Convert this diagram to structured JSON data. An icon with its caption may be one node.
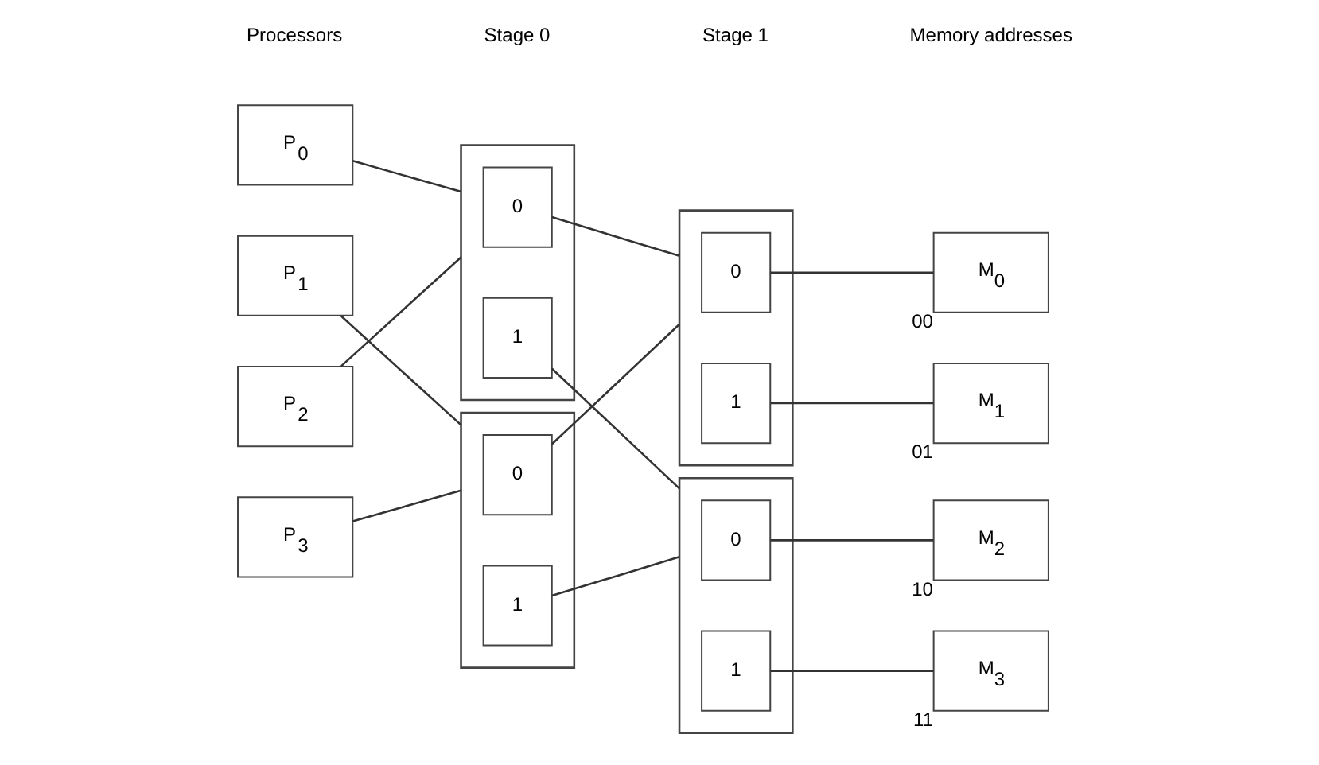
{
  "diagram": {
    "nodes": [
      {
        "text": [
          "P$_{0}$"
        ]
      },
      {
        "text": [
          "P$_{1}$"
        ]
      },
      {
        "text": [
          "P$_{2}$"
        ]
      },
      {
        "text": [
          "P$_{3}$"
        ]
      },
      {
        "text": [],
        "shape": "box"
      },
      {
        "text": [
          "0"
        ],
        "in": 4
      },
      {
        "text": [
          "1"
        ],
        "in": 4
      },
      {
        "text": [],
        "shape": "box"
      },
      {
        "text": [
          "0"
        ],
        "in": 7
      },
      {
        "text": [
          "1"
        ],
        "in": 7
      },
      {
        "text": [],
        "shape": "box"
      },
      {
        "text": [
          "0"
        ],
        "in": 10
      },
      {
        "text": [
          "1"
        ],
        "in": 10
      },
      {
        "text": [],
        "shape": "box"
      },
      {
        "text": [
          "0"
        ],
        "in": 13
      },
      {
        "text": [
          "1"
        ],
        "in": 13
      },
      {
        "text": [
          "M$_{0}$"
        ],
        "beside": [
          "00"
        ]
      },
      {
        "text": [
          "M$_{1}$"
        ],
        "beside": [
          "01"
        ]
      },
      {
        "text": [
          "M$_{2}$"
        ],
        "beside": [
          "10"
        ]
      },
      {
        "text": [
          "M$_{3}$"
        ],
        "beside": [
          "11"
        ]
      }
    ],
    "edges": [
      {
        "from": 0,
        "to": 4,
        "arrow": "none"
      },
      {
        "from": 1,
        "to": 7,
        "arrow": "none"
      },
      {
        "from": 2,
        "to": 4,
        "arrow": "none"
      },
      {
        "from": 3,
        "to": 7,
        "arrow": "none"
      },
      {
        "from": 5,
        "to": 10,
        "arrow": "none"
      },
      {
        "from": 6,
        "to": 13,
        "arrow": "none"
      },
      {
        "from": 8,
        "to": 10,
        "arrow": "none"
      },
      {
        "from": 9,
        "to": 13,
        "arrow": "none"
      },
      {
        "from": 11,
        "to": 16,
        "arrow": "none"
      },
      {
        "from": 12,
        "to": 17,
        "arrow": "none"
      },
      {
        "from": 14,
        "to": 18,
        "arrow": "none"
      },
      {
        "from": 15,
        "to": 19,
        "arrow": "none"
      }
    ],
    "labels": [
      "Processors",
      "Stage 0",
      "Stage 1",
      "Memory addresses"
    ]
  }
}
